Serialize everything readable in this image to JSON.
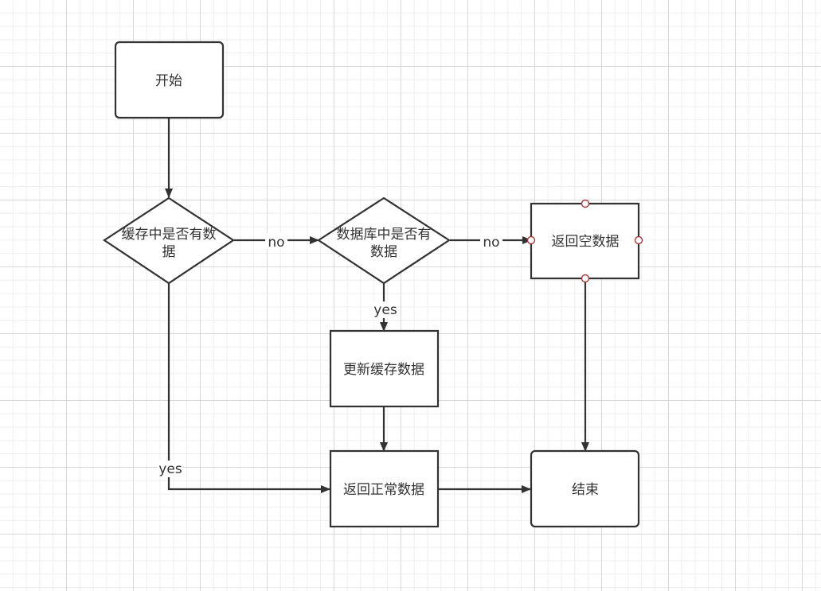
{
  "nodes": {
    "start": {
      "label": "开始"
    },
    "cache_check": {
      "label_line1": "缓存中是否有数",
      "label_line2": "据"
    },
    "db_check": {
      "label_line1": "数据库中是否有",
      "label_line2": "数据"
    },
    "return_empty": {
      "label": "返回空数据"
    },
    "update_cache": {
      "label": "更新缓存数据"
    },
    "return_normal": {
      "label": "返回正常数据"
    },
    "end": {
      "label": "结束"
    }
  },
  "edges": {
    "cache_to_db": {
      "label": "no"
    },
    "db_to_empty": {
      "label": "no"
    },
    "db_to_update": {
      "label": "yes"
    },
    "cache_to_normal": {
      "label": "yes"
    }
  },
  "colors": {
    "stroke": "#323232",
    "handle": "#a33a3a",
    "grid_major": "#d8d8d8",
    "grid_minor": "#eeeeee"
  }
}
